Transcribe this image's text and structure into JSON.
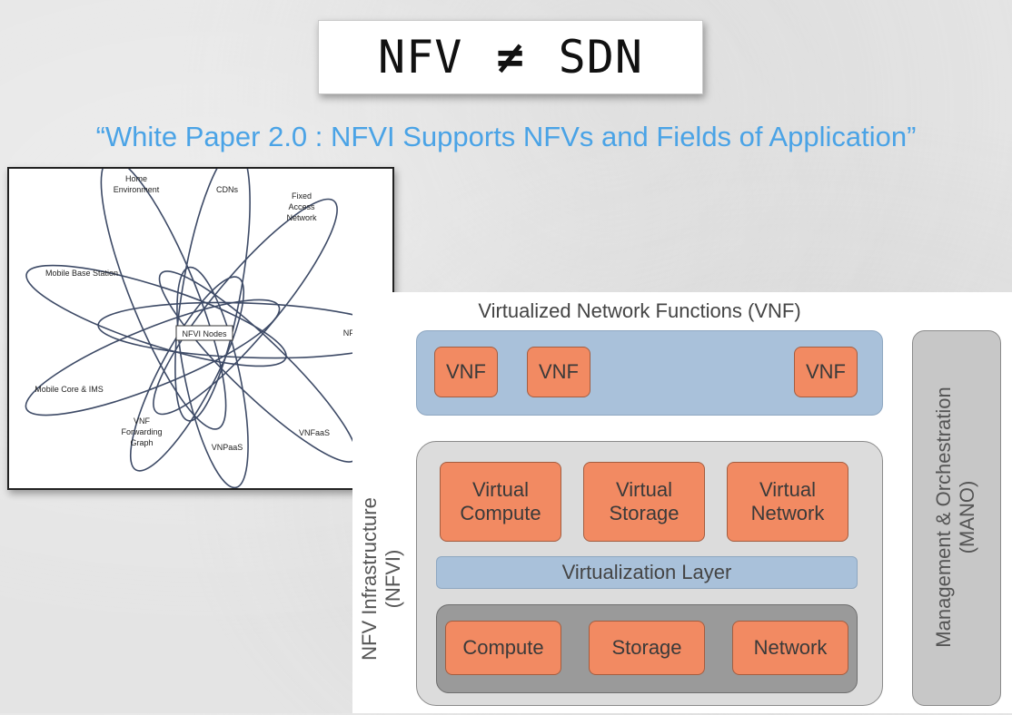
{
  "title": {
    "left": "NFV",
    "symbol": "≠",
    "right": "SDN"
  },
  "subtitle": "“White Paper 2.0 : NFVI Supports NFVs and Fields of Application”",
  "fields_figure": {
    "center": "NFVI Nodes",
    "fields": {
      "home_environment": [
        "Home",
        "Environment"
      ],
      "cdns": "CDNs",
      "fixed_access_network": [
        "Fixed",
        "Access",
        "Network"
      ],
      "mobile_base_station": "Mobile Base Station",
      "nfviaas": "NFVIaaS",
      "mobile_core_ims": "Mobile Core & IMS",
      "vnf_forwarding_graph": [
        "VNF",
        "Forwarding",
        "Graph"
      ],
      "vnpaas": "VNPaaS",
      "vnfaas": "VNFaaS"
    }
  },
  "architecture": {
    "vnf_heading": "Virtualized Network Functions (VNF)",
    "vnf_boxes": [
      "VNF",
      "VNF",
      "VNF"
    ],
    "mano_label": [
      "Management & Orchestration",
      "(MANO)"
    ],
    "nfvi_label": [
      "NFV Infrastructure",
      "(NFVI)"
    ],
    "virtual_resources": [
      [
        "Virtual",
        "Compute"
      ],
      [
        "Virtual",
        "Storage"
      ],
      [
        "Virtual",
        "Network"
      ]
    ],
    "virtualization_layer": "Virtualization Layer",
    "hardware_resources": [
      "Compute",
      "Storage",
      "Network"
    ]
  },
  "colors": {
    "subtitle": "#4aa3e6",
    "orange_box": "#f28a62",
    "blue_band": "#a9c1da",
    "nfvi_container": "#dcdcdc",
    "hardware_band": "#9a9a9a",
    "mano_box": "#c7c7c7"
  }
}
